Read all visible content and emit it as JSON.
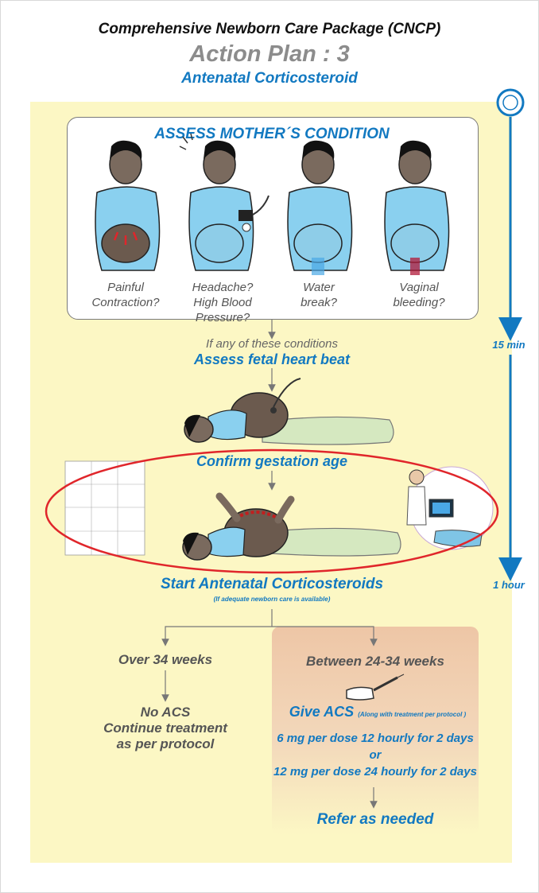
{
  "header": {
    "title": "Comprehensive Newborn Care Package (CNCP)",
    "subtitle": "Action Plan : 3",
    "topic": "Antenatal Corticosteroid"
  },
  "assess": {
    "title": "ASSESS MOTHER´S CONDITION",
    "conditions": [
      {
        "line1": "Painful",
        "line2": "Contraction?"
      },
      {
        "line1": "Headache?",
        "line2": "High Blood Pressure?"
      },
      {
        "line1": "Water",
        "line2": "break?"
      },
      {
        "line1": "Vaginal",
        "line2": "bleeding?"
      }
    ]
  },
  "flow": {
    "if_any": "If any of these conditions",
    "fetal": "Assess fetal heart beat",
    "gestation": "Confirm gestation age",
    "start": "Start Antenatal Corticosteroids",
    "start_note": "(If adequate newborn care is available)"
  },
  "timeline": {
    "mark1": "15 min",
    "mark2": "1 hour"
  },
  "left_branch": {
    "label": "Over 34 weeks",
    "result1": "No ACS",
    "result2": "Continue treatment",
    "result3": "as per protocol"
  },
  "right_branch": {
    "label": "Between 24-34 weeks",
    "give": "Give  ACS",
    "give_note": "(Along with treatment per protocol )",
    "dose1": "6 mg per dose 12 hourly for 2 days",
    "or": "or",
    "dose2": "12 mg per dose 24 hourly for 2 days",
    "refer": "Refer as needed"
  },
  "colors": {
    "accent_blue": "#1279c1",
    "panel_yellow": "#fcf7c4",
    "highlight_red": "#e0262b",
    "dress_blue": "#8ad0ef",
    "blanket_green": "#d5e8c0"
  }
}
